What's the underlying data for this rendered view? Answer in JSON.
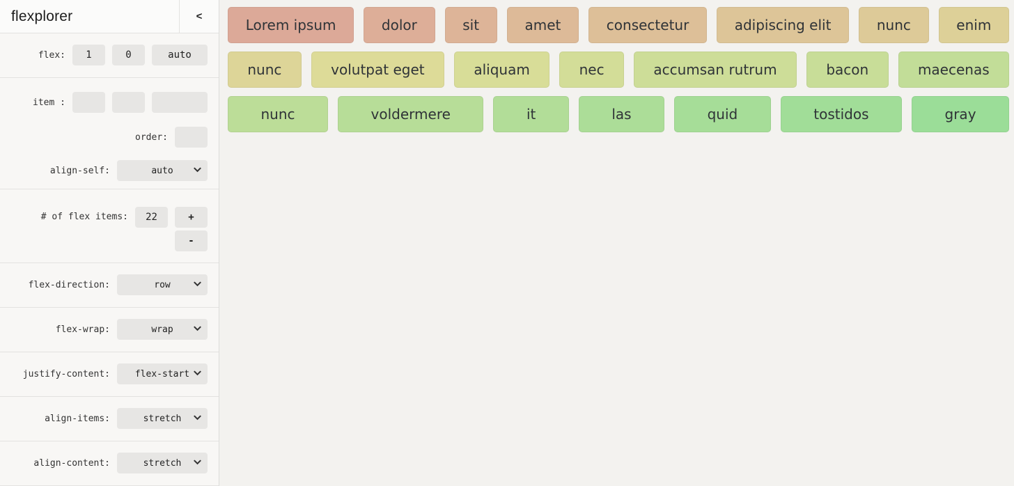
{
  "app": {
    "title": "flexplorer",
    "collapse_icon_label": "<"
  },
  "sidebar": {
    "flex": {
      "label": "flex:",
      "values": [
        "1",
        "0",
        "auto"
      ]
    },
    "item": {
      "label": "item :",
      "values": [
        "",
        "",
        ""
      ]
    },
    "order": {
      "label": "order:",
      "value": ""
    },
    "align_self": {
      "label": "align-self:",
      "value": "auto"
    },
    "item_count": {
      "label": "# of flex items:",
      "value": "22",
      "increment_label": "+",
      "decrement_label": "-"
    },
    "flex_direction": {
      "label": "flex-direction:",
      "value": "row"
    },
    "flex_wrap": {
      "label": "flex-wrap:",
      "value": "wrap"
    },
    "justify_content": {
      "label": "justify-content:",
      "value": "flex-start"
    },
    "align_items": {
      "label": "align-items:",
      "value": "stretch"
    },
    "align_content": {
      "label": "align-content:",
      "value": "stretch"
    }
  },
  "main": {
    "rows": [
      [
        {
          "label": "Lorem ipsum",
          "color": "#dca998"
        },
        {
          "label": "dolor",
          "color": "#ddae98"
        },
        {
          "label": "sit",
          "color": "#ddb498"
        },
        {
          "label": "amet",
          "color": "#ddba98"
        },
        {
          "label": "consectetur",
          "color": "#ddbf98"
        },
        {
          "label": "adipiscing elit",
          "color": "#ddc598"
        },
        {
          "label": "nunc",
          "color": "#ddca98"
        },
        {
          "label": "enim",
          "color": "#ddd098"
        }
      ],
      [
        {
          "label": "nunc",
          "color": "#ddd598"
        },
        {
          "label": "volutpat eget",
          "color": "#dddb98"
        },
        {
          "label": "aliquam",
          "color": "#d8dd98"
        },
        {
          "label": "nec",
          "color": "#d3dd98"
        },
        {
          "label": "accumsan rutrum",
          "color": "#cddd98"
        },
        {
          "label": "bacon",
          "color": "#c8dd98"
        },
        {
          "label": "maecenas",
          "color": "#c2dd98"
        }
      ],
      [
        {
          "label": "nunc",
          "color": "#bcdd98"
        },
        {
          "label": "voldermere",
          "color": "#b7dd98"
        },
        {
          "label": "it",
          "color": "#b2dd98"
        },
        {
          "label": "las",
          "color": "#acdd98"
        },
        {
          "label": "quid",
          "color": "#a6dd98"
        },
        {
          "label": "tostidos",
          "color": "#a1dd98"
        },
        {
          "label": "gray",
          "color": "#9bdd98"
        }
      ]
    ]
  },
  "colors": {
    "sidebar_bg": "#f8f7f5",
    "main_bg": "#f3f2ef",
    "control_bg": "#e7e6e4",
    "divider": "#e3e2e0"
  }
}
